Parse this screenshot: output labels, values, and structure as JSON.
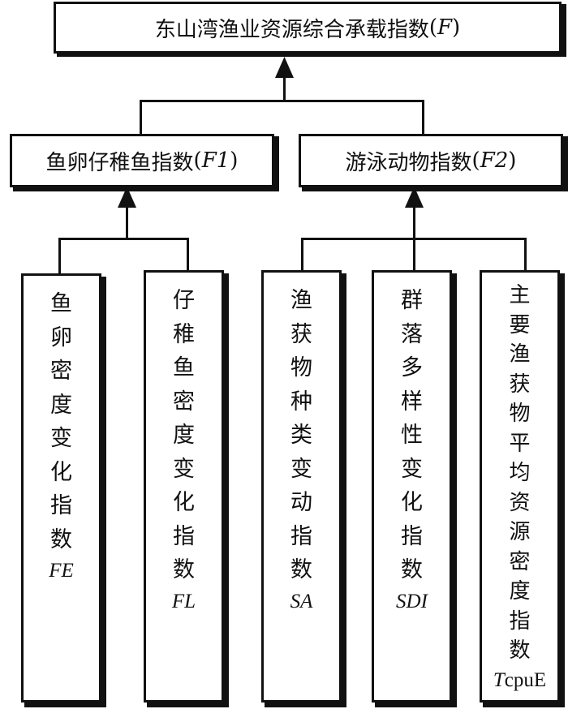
{
  "root": {
    "label": "东山湾渔业资源综合承载指数",
    "symbol": "F"
  },
  "groups": [
    {
      "label": "鱼卵仔稚鱼指数",
      "symbol": "F1"
    },
    {
      "label": "游泳动物指数",
      "symbol": "F2"
    }
  ],
  "indicators": [
    {
      "chars": [
        "鱼",
        "卵",
        "密",
        "度",
        "变",
        "化",
        "指",
        "数"
      ],
      "code": "FE"
    },
    {
      "chars": [
        "仔",
        "稚",
        "鱼",
        "密",
        "度",
        "变",
        "化",
        "指",
        "数"
      ],
      "code": "FL"
    },
    {
      "chars": [
        "渔",
        "获",
        "物",
        "种",
        "类",
        "变",
        "动",
        "指",
        "数"
      ],
      "code": "SA"
    },
    {
      "chars": [
        "群",
        "落",
        "多",
        "样",
        "性",
        "变",
        "化",
        "指",
        "数"
      ],
      "code": "SDI"
    },
    {
      "chars": [
        "主",
        "要",
        "渔",
        "获",
        "物",
        "平",
        "均",
        "资",
        "源",
        "密",
        "度",
        "指",
        "数"
      ],
      "code_italic": "T",
      "code_rest": "cpuE"
    }
  ]
}
